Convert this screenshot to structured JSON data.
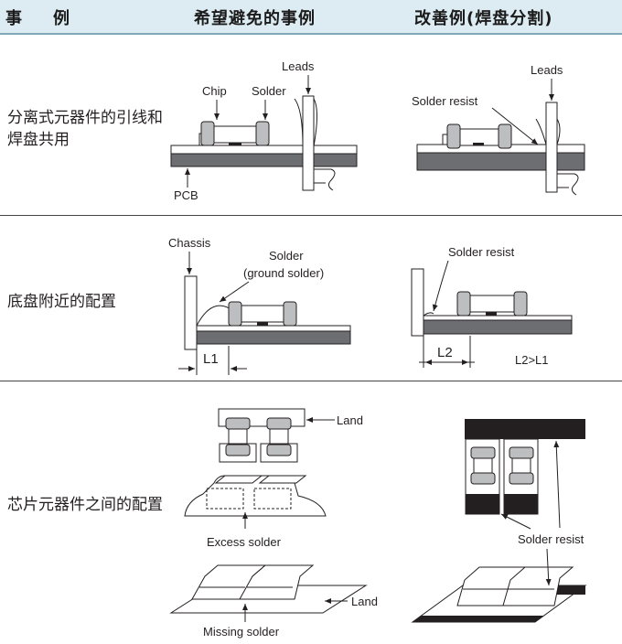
{
  "header": {
    "col1_a": "事",
    "col1_b": "例",
    "col2": "希望避免的事例",
    "col3": "改善例(焊盘分割)"
  },
  "rows": [
    {
      "label": "分离式元器件的引线和焊盘共用",
      "bad": {
        "leads": "Leads",
        "chip": "Chip",
        "solder": "Solder",
        "pcb": "PCB"
      },
      "good": {
        "leads": "Leads",
        "solder_resist": "Solder resist"
      }
    },
    {
      "label": "底盘附近的配置",
      "bad": {
        "chassis": "Chassis",
        "solder": "Solder",
        "ground_solder": "(ground solder)",
        "l1": "L1"
      },
      "good": {
        "solder_resist": "Solder resist",
        "l2": "L2",
        "relation": "L2>L1"
      }
    },
    {
      "label": "芯片元器件之间的配置",
      "bad": {
        "land_top": "Land",
        "excess": "Excess solder",
        "land_bottom": "Land",
        "missing": "Missing solder"
      },
      "good": {
        "solder_resist": "Solder resist"
      }
    }
  ]
}
